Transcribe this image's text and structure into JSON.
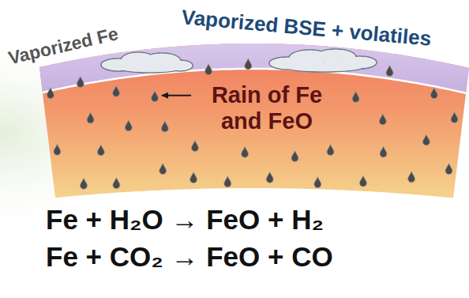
{
  "diagram": {
    "labels": [
      "Vaporized Fe",
      "Vaporized BSE + volatiles",
      "Rain of Fe and FeO",
      "Fe + H₂O → FeO + H₂",
      "Fe + CO₂ → FeO + CO"
    ]
  }
}
